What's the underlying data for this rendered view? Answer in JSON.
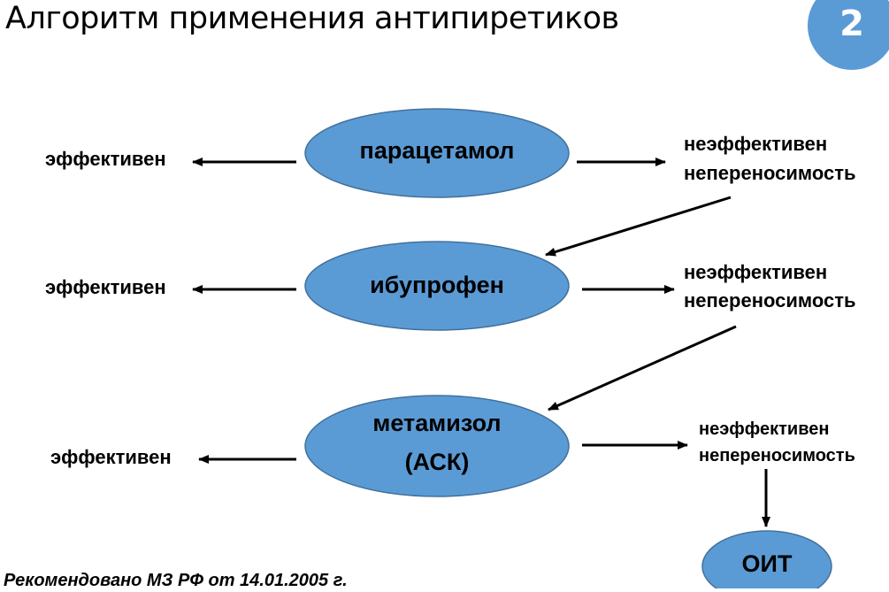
{
  "title": "Алгоритм применения антипиретиков",
  "page_number": "2",
  "nodes": {
    "paracetamol": "парацетамол",
    "ibuprofen": "ибупрофен",
    "metamizol_line1": "метамизол",
    "metamizol_line2": "(АСК)",
    "oit": "ОИТ"
  },
  "outcomes": {
    "effective": "эффективен",
    "ineffective": "неэффективен",
    "intolerance": "непереносимость"
  },
  "footnote": "Рекомендовано МЗ РФ от 14.01.2005 г.",
  "colors": {
    "node_fill": "#5b9bd5",
    "node_stroke": "#41719c",
    "badge": "#5b9bd5"
  }
}
